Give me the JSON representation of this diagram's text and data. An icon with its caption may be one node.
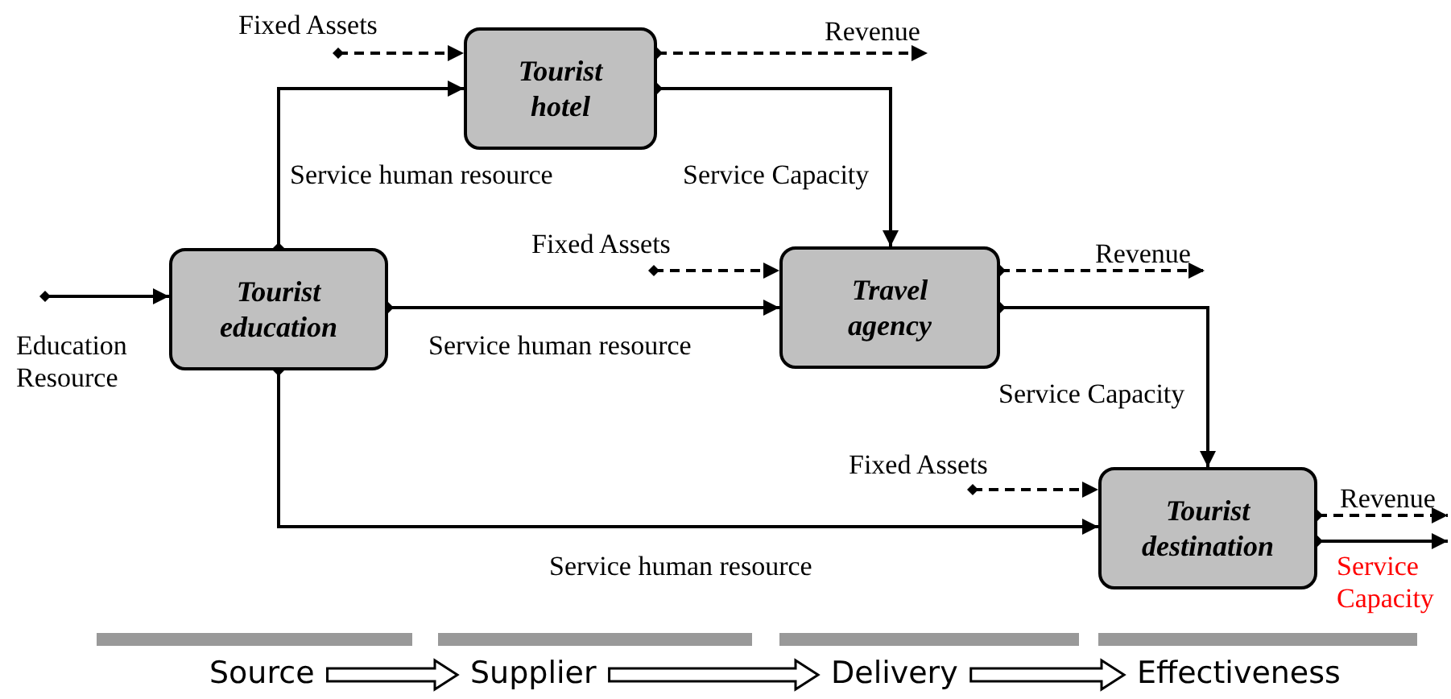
{
  "diagram": {
    "nodes": [
      {
        "text": [
          "Tourist hotel"
        ]
      },
      {
        "text": [
          "Tourist education"
        ]
      },
      {
        "text": [
          "Travel agency"
        ]
      },
      {
        "text": [
          "Tourist destination"
        ]
      },
      {
        "text": [
          "Source"
        ]
      },
      {
        "text": [
          "Supplier"
        ]
      },
      {
        "text": [
          "Delivery"
        ]
      },
      {
        "text": [
          "Effectiveness"
        ]
      }
    ],
    "edges": [
      {
        "from": null,
        "to": 0,
        "arrow": "to",
        "style": "dashed",
        "label": "Fixed Assets"
      },
      {
        "from": 0,
        "to": null,
        "arrow": "to",
        "style": "dashed",
        "label": "Revenue"
      },
      {
        "from": 1,
        "to": 0,
        "arrow": "to",
        "label": "Service human resource"
      },
      {
        "from": 0,
        "to": 2,
        "arrow": "to",
        "label": "Service Capacity"
      },
      {
        "from": null,
        "to": 1,
        "arrow": "to",
        "label": "Education Resource"
      },
      {
        "from": null,
        "to": 2,
        "arrow": "to",
        "style": "dashed",
        "label": "Fixed Assets"
      },
      {
        "from": 2,
        "to": null,
        "arrow": "to",
        "style": "dashed",
        "label": "Revenue"
      },
      {
        "from": 1,
        "to": 2,
        "arrow": "to",
        "label": "Service human resource"
      },
      {
        "from": 2,
        "to": 3,
        "arrow": "to",
        "label": "Service Capacity"
      },
      {
        "from": null,
        "to": 3,
        "arrow": "to",
        "style": "dashed",
        "label": "Fixed Assets"
      },
      {
        "from": 3,
        "to": null,
        "arrow": "to",
        "style": "dashed",
        "label": "Revenue"
      },
      {
        "from": 3,
        "to": null,
        "arrow": "to",
        "label": "Service Capacity"
      },
      {
        "from": 1,
        "to": 3,
        "arrow": "to",
        "label": "Service human resource"
      },
      {
        "from": 4,
        "to": 5,
        "arrow": "to",
        "style": "thick"
      },
      {
        "from": 5,
        "to": 6,
        "arrow": "to",
        "style": "thick"
      },
      {
        "from": 6,
        "to": 7,
        "arrow": "to",
        "style": "thick"
      }
    ]
  }
}
